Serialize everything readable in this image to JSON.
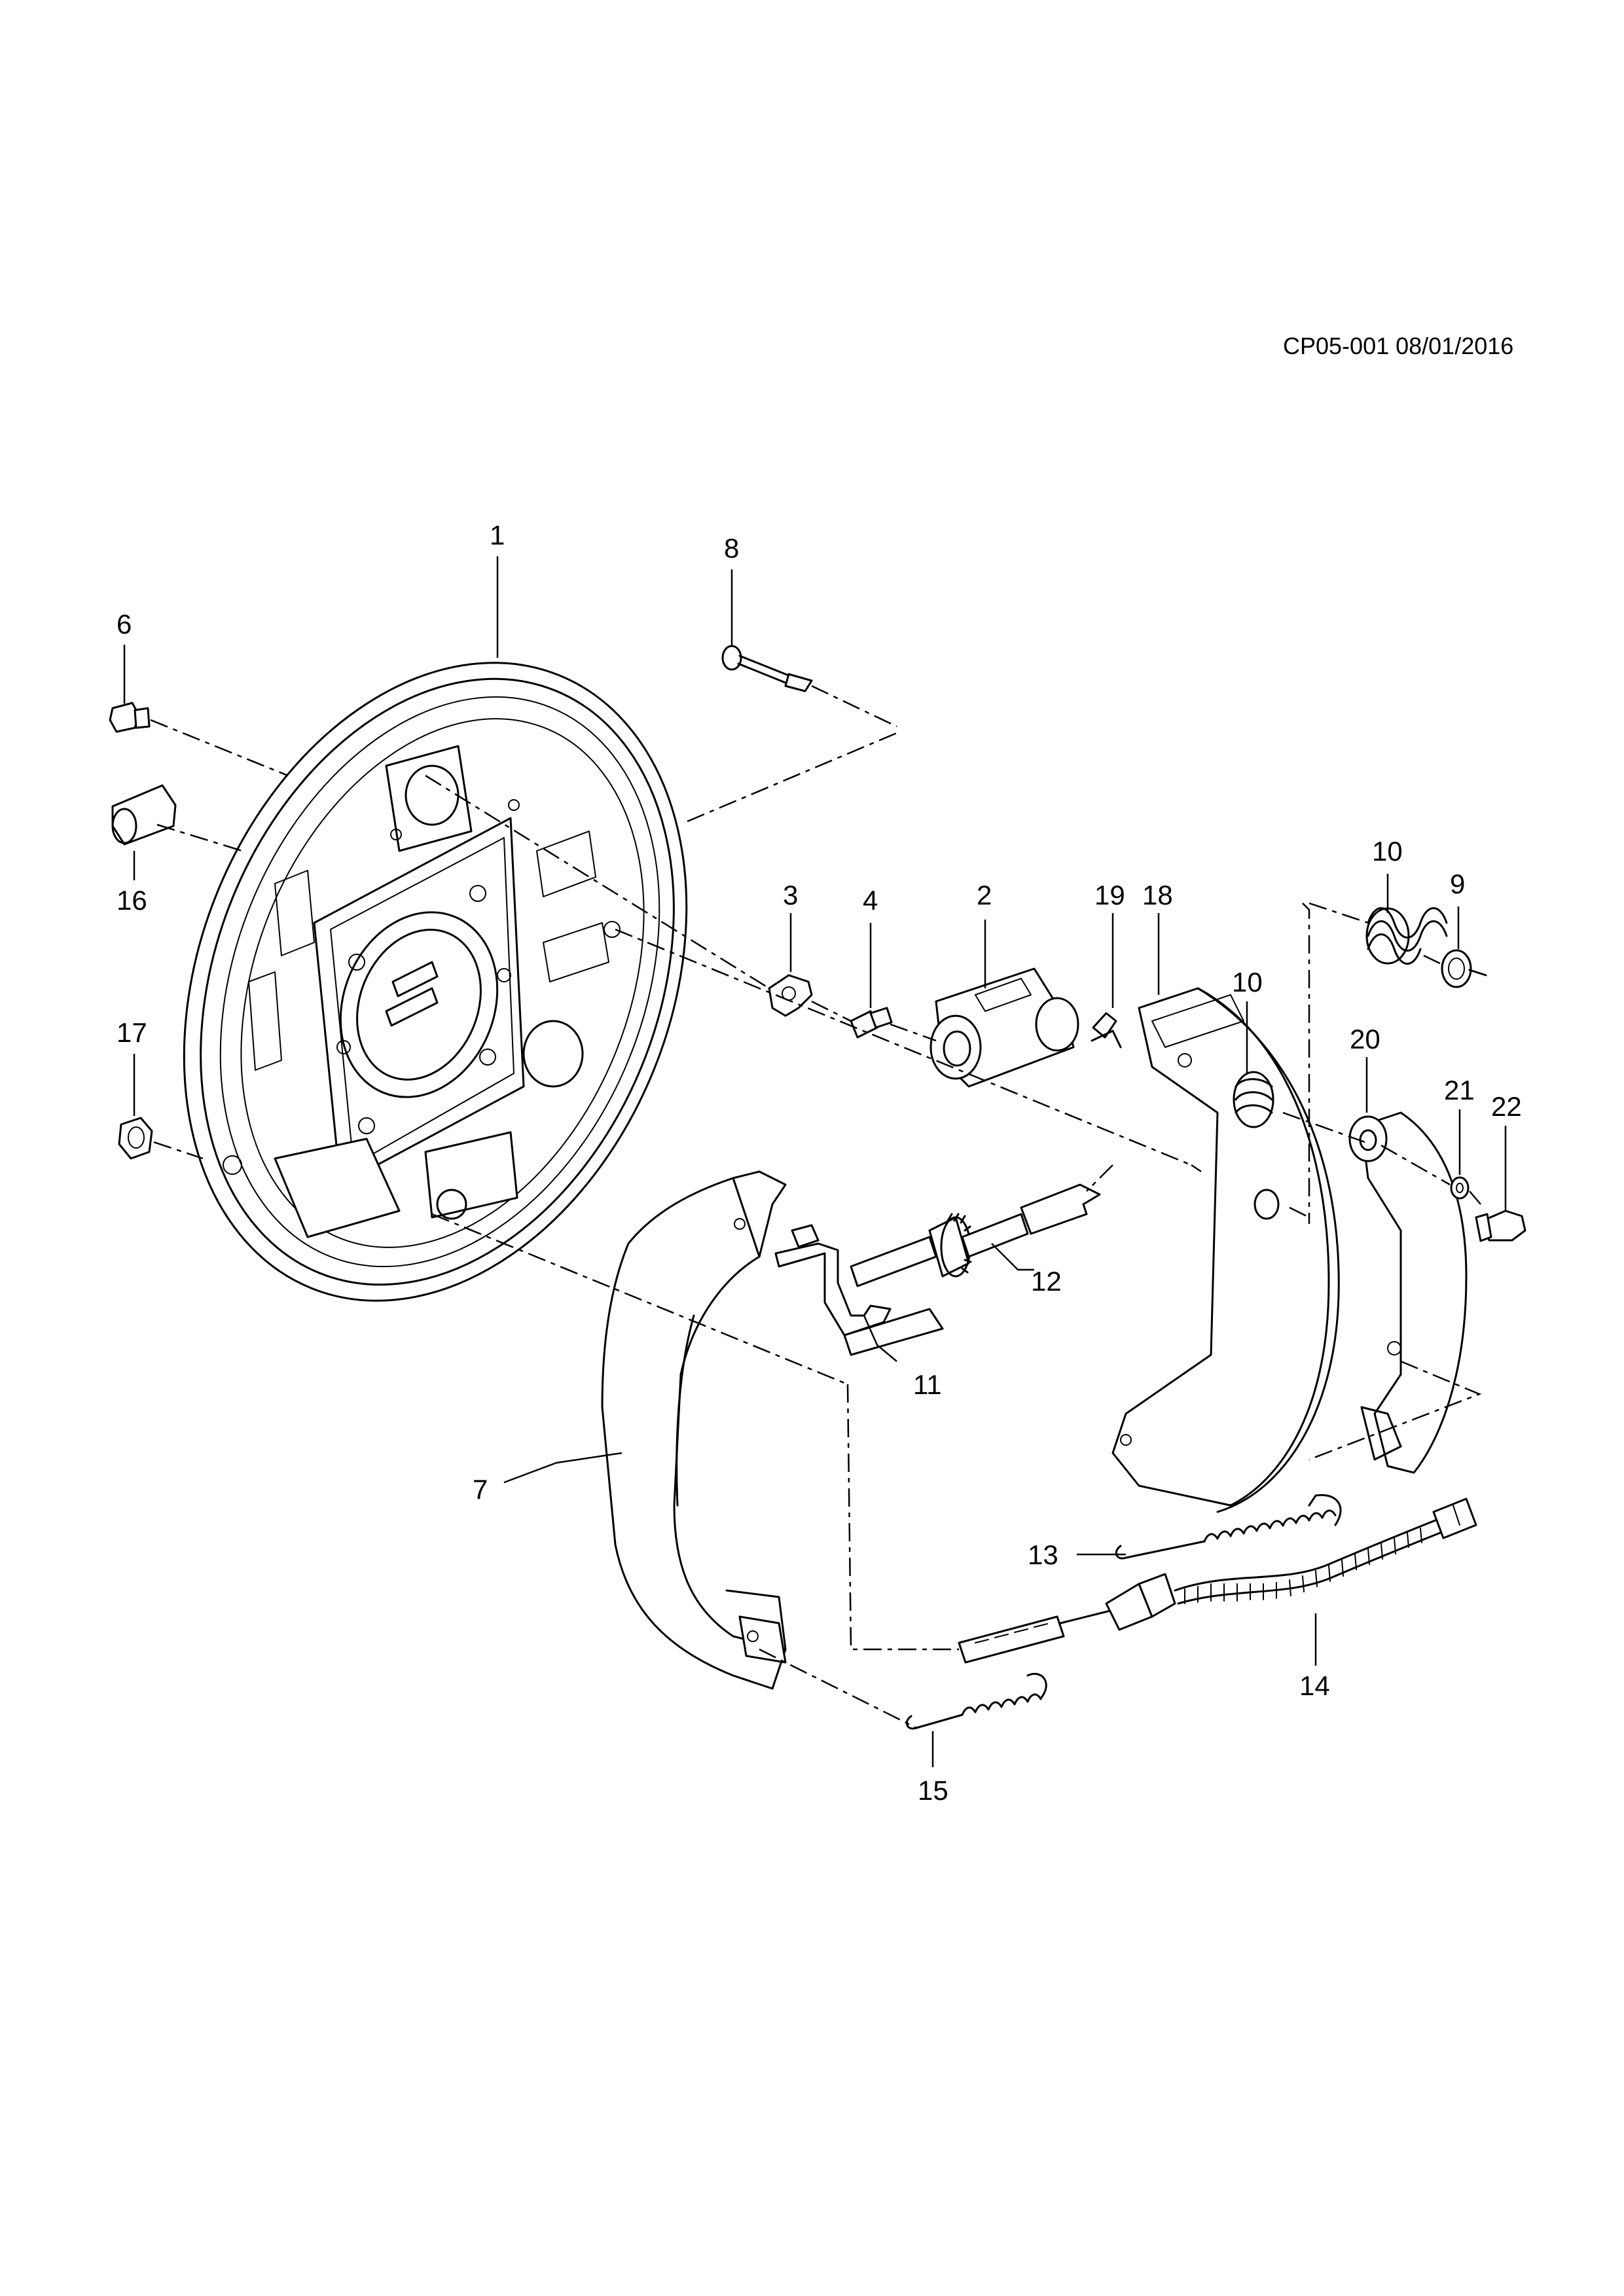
{
  "document": {
    "code": "CP05-001 08/01/2016"
  },
  "callouts": [
    {
      "id": "c1",
      "number": "1"
    },
    {
      "id": "c2",
      "number": "2"
    },
    {
      "id": "c3",
      "number": "3"
    },
    {
      "id": "c4",
      "number": "4"
    },
    {
      "id": "c6",
      "number": "6"
    },
    {
      "id": "c7",
      "number": "7"
    },
    {
      "id": "c8",
      "number": "8"
    },
    {
      "id": "c9",
      "number": "9"
    },
    {
      "id": "c10a",
      "number": "10"
    },
    {
      "id": "c10b",
      "number": "10"
    },
    {
      "id": "c11",
      "number": "11"
    },
    {
      "id": "c12",
      "number": "12"
    },
    {
      "id": "c13",
      "number": "13"
    },
    {
      "id": "c14",
      "number": "14"
    },
    {
      "id": "c15",
      "number": "15"
    },
    {
      "id": "c16",
      "number": "16"
    },
    {
      "id": "c17",
      "number": "17"
    },
    {
      "id": "c18",
      "number": "18"
    },
    {
      "id": "c19",
      "number": "19"
    },
    {
      "id": "c20",
      "number": "20"
    },
    {
      "id": "c21",
      "number": "21"
    },
    {
      "id": "c22",
      "number": "22"
    }
  ]
}
